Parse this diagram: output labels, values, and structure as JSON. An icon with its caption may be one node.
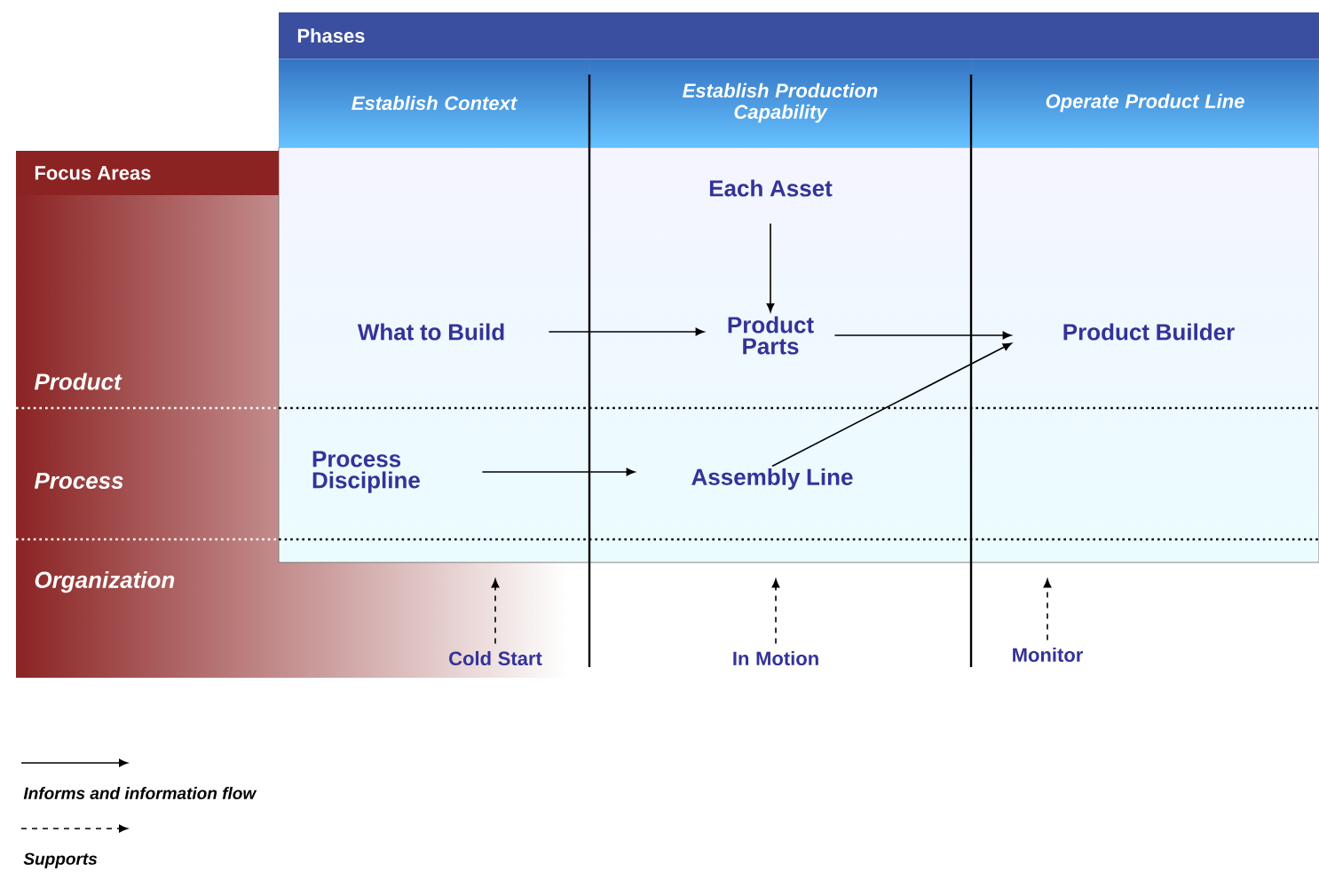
{
  "diagram": {
    "nodes": [
      {
        "text": [
          "Phases"
        ]
      },
      {
        "text": [
          "Establish Context"
        ]
      },
      {
        "text": [
          "Establish Production Capability"
        ]
      },
      {
        "text": [
          "Operate Product Line"
        ]
      },
      {
        "text": [
          "Focus Areas"
        ]
      },
      {
        "text": [],
        "shape": "box"
      },
      {
        "text": [
          "Each Asset"
        ],
        "in": 5
      },
      {
        "text": [
          "What to Build"
        ],
        "in": 5
      },
      {
        "text": [
          "Product Parts"
        ],
        "in": 5
      },
      {
        "text": [
          "Product Builder"
        ],
        "in": 5
      },
      {
        "text": [
          "Process Discipline"
        ],
        "in": 5
      },
      {
        "text": [
          "Assembly Line"
        ],
        "in": 5
      },
      {
        "text": [
          "Cold Start"
        ]
      },
      {
        "text": [
          "In Motion"
        ]
      },
      {
        "text": [
          "Monitor"
        ]
      }
    ],
    "edges": [
      {
        "from": 6,
        "to": 8,
        "arrow": "to"
      },
      {
        "from": 7,
        "to": 8,
        "arrow": "to"
      },
      {
        "from": 8,
        "to": 9,
        "arrow": "to"
      },
      {
        "from": 11,
        "to": 9,
        "arrow": "to"
      },
      {
        "from": 10,
        "to": 11,
        "arrow": "to"
      },
      {
        "from": 12,
        "to": 5,
        "arrow": "to",
        "style": "dashed"
      },
      {
        "from": 13,
        "to": 5,
        "arrow": "to",
        "style": "dashed"
      },
      {
        "from": 14,
        "to": 5,
        "arrow": "to",
        "style": "dashed"
      }
    ],
    "labels": [
      "Product",
      "Process",
      "Organization"
    ],
    "legend": [
      {
        "text": "Informs and information flow"
      },
      {
        "text": "Supports"
      }
    ]
  }
}
